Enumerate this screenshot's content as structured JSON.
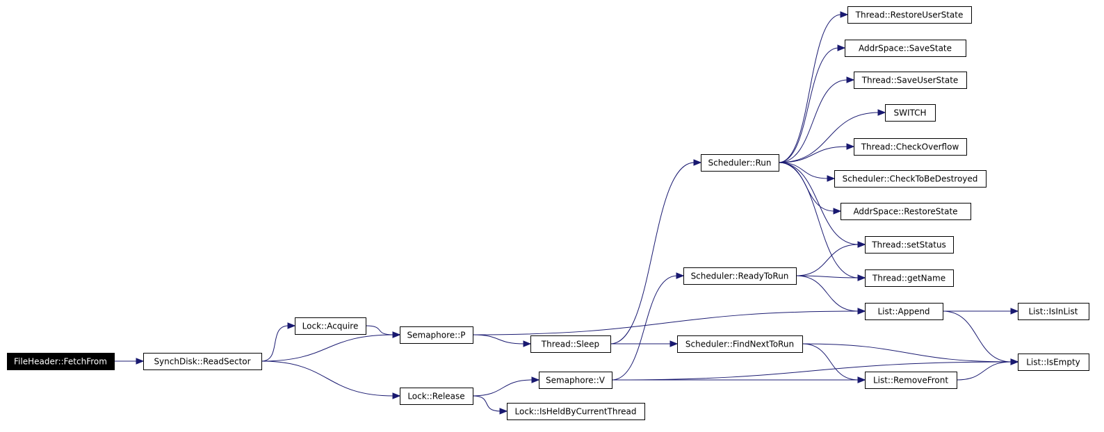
{
  "diagram": {
    "type": "call-graph",
    "colors": {
      "edge": "#191970",
      "root_fill": "#000000",
      "root_text": "#ffffff",
      "node_fill": "#ffffff",
      "node_border": "#000000"
    },
    "nodes": [
      {
        "id": "fetchfrom",
        "label": "FileHeader::FetchFrom",
        "root": true
      },
      {
        "id": "readsector",
        "label": "SynchDisk::ReadSector"
      },
      {
        "id": "lockacquire",
        "label": "Lock::Acquire"
      },
      {
        "id": "lockrelease",
        "label": "Lock::Release"
      },
      {
        "id": "semp",
        "label": "Semaphore::P"
      },
      {
        "id": "semv",
        "label": "Semaphore::V"
      },
      {
        "id": "threadsleep",
        "label": "Thread::Sleep"
      },
      {
        "id": "isheld",
        "label": "Lock::IsHeldByCurrentThread"
      },
      {
        "id": "schedrun",
        "label": "Scheduler::Run"
      },
      {
        "id": "readytorun",
        "label": "Scheduler::ReadyToRun"
      },
      {
        "id": "findnext",
        "label": "Scheduler::FindNextToRun"
      },
      {
        "id": "restoreuser",
        "label": "Thread::RestoreUserState"
      },
      {
        "id": "savestate",
        "label": "AddrSpace::SaveState"
      },
      {
        "id": "saveuser",
        "label": "Thread::SaveUserState"
      },
      {
        "id": "switch",
        "label": "SWITCH"
      },
      {
        "id": "checkoverflow",
        "label": "Thread::CheckOverflow"
      },
      {
        "id": "checktobe",
        "label": "Scheduler::CheckToBeDestroyed"
      },
      {
        "id": "restorestate",
        "label": "AddrSpace::RestoreState"
      },
      {
        "id": "setstatus",
        "label": "Thread::setStatus"
      },
      {
        "id": "getname",
        "label": "Thread::getName"
      },
      {
        "id": "append",
        "label": "List::Append"
      },
      {
        "id": "removefront",
        "label": "List::RemoveFront"
      },
      {
        "id": "isinlist",
        "label": "List::IsInList"
      },
      {
        "id": "isempty",
        "label": "List::IsEmpty"
      }
    ],
    "edges": [
      {
        "from": "fetchfrom",
        "to": "readsector"
      },
      {
        "from": "readsector",
        "to": "lockacquire"
      },
      {
        "from": "readsector",
        "to": "semp"
      },
      {
        "from": "readsector",
        "to": "lockrelease"
      },
      {
        "from": "lockacquire",
        "to": "semp"
      },
      {
        "from": "lockrelease",
        "to": "semv"
      },
      {
        "from": "lockrelease",
        "to": "isheld"
      },
      {
        "from": "semp",
        "to": "threadsleep"
      },
      {
        "from": "semp",
        "to": "append"
      },
      {
        "from": "semv",
        "to": "readytorun"
      },
      {
        "from": "semv",
        "to": "removefront"
      },
      {
        "from": "semv",
        "to": "isempty"
      },
      {
        "from": "threadsleep",
        "to": "schedrun"
      },
      {
        "from": "threadsleep",
        "to": "findnext"
      },
      {
        "from": "schedrun",
        "to": "restoreuser"
      },
      {
        "from": "schedrun",
        "to": "savestate"
      },
      {
        "from": "schedrun",
        "to": "saveuser"
      },
      {
        "from": "schedrun",
        "to": "switch"
      },
      {
        "from": "schedrun",
        "to": "checkoverflow"
      },
      {
        "from": "schedrun",
        "to": "checktobe"
      },
      {
        "from": "schedrun",
        "to": "restorestate"
      },
      {
        "from": "schedrun",
        "to": "setstatus"
      },
      {
        "from": "schedrun",
        "to": "getname"
      },
      {
        "from": "readytorun",
        "to": "setstatus"
      },
      {
        "from": "readytorun",
        "to": "getname"
      },
      {
        "from": "readytorun",
        "to": "append"
      },
      {
        "from": "findnext",
        "to": "removefront"
      },
      {
        "from": "findnext",
        "to": "isempty"
      },
      {
        "from": "append",
        "to": "isinlist"
      },
      {
        "from": "append",
        "to": "isempty"
      },
      {
        "from": "removefront",
        "to": "isempty"
      }
    ]
  }
}
